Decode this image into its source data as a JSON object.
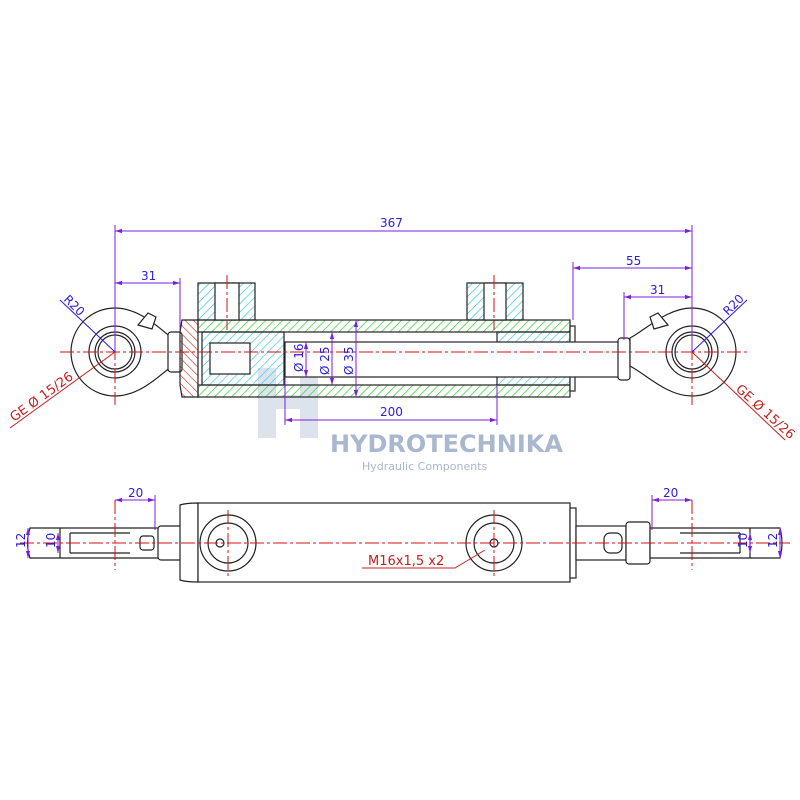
{
  "watermark": {
    "brand": "HYDROTECHNIKA",
    "tagline": "Hydraulic Components"
  },
  "top_view": {
    "overall_length": "367",
    "left_eye_offset": "31",
    "right_eye_offset": "31",
    "right_port_offset": "55",
    "stroke": "200",
    "left_radius": "R20",
    "right_radius": "R20",
    "left_bearing": "GE Ø 15/26",
    "right_bearing": "GE Ø 15/26",
    "rod_diameter": "Ø 16",
    "bore_diameter": "Ø 25",
    "outer_diameter": "Ø 35"
  },
  "bottom_view": {
    "left_width": "20",
    "right_width": "20",
    "left_outer": "12",
    "left_inner": "10",
    "right_inner": "10",
    "right_outer": "12",
    "port_thread": "M16x1,5 x2"
  },
  "colors": {
    "dimension": "#7a1fe0",
    "centerline": "#d01010",
    "hatch_green": "#3ad13a",
    "hatch_cyan": "#2cc6e0",
    "hatch_red": "#c42020"
  }
}
